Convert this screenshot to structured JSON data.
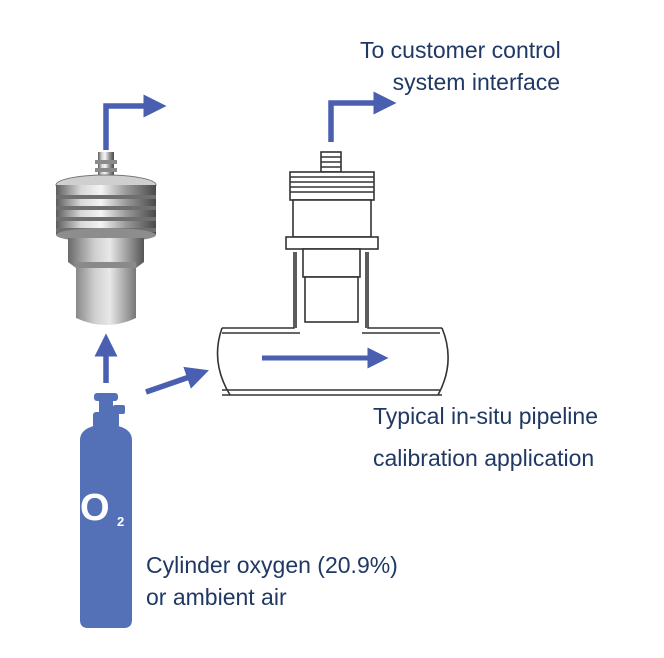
{
  "labels": {
    "customer_line1": "To customer control",
    "customer_line2": "system interface",
    "pipeline_line1": "Typical in-situ pipeline",
    "pipeline_line2": "calibration application",
    "cylinder_line1": "Cylinder oxygen (20.9%)",
    "cylinder_line2": "or ambient air",
    "o2_symbol": "O",
    "o2_subscript": "2"
  },
  "colors": {
    "arrow": "#4a5fb0",
    "cylinder": "#5471b8",
    "text": "#1f3864",
    "outline": "#333333"
  },
  "icons": [
    "sensor-photo",
    "sensor-line-drawing",
    "pipeline",
    "oxygen-cylinder",
    "flow-arrow"
  ]
}
